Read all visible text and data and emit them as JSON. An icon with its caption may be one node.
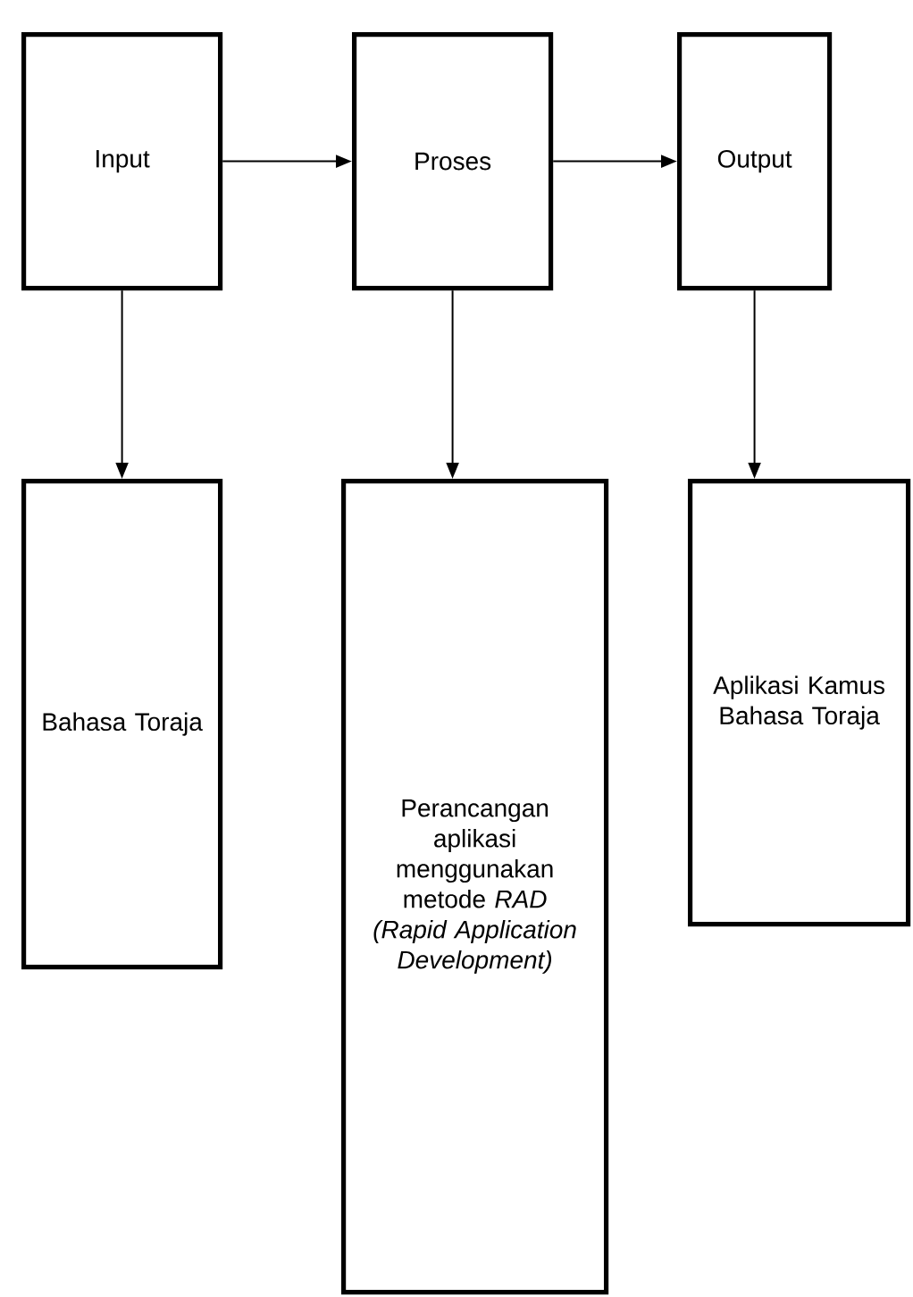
{
  "diagram": {
    "nodes": [
      {
        "text": [
          "Input"
        ]
      },
      {
        "text": [
          "Proses"
        ]
      },
      {
        "text": [
          "Output"
        ]
      },
      {
        "text": [
          "Bahasa Toraja"
        ]
      },
      {
        "text": [
          "Perancangan aplikasi menggunakan metode *RAD (Rapid Application Development)*"
        ]
      },
      {
        "text": [
          "Aplikasi Kamus Bahasa Toraja"
        ]
      }
    ],
    "edges": [
      {
        "from": 0,
        "to": 1,
        "arrow": "to"
      },
      {
        "from": 1,
        "to": 2,
        "arrow": "to"
      },
      {
        "from": 0,
        "to": 3,
        "arrow": "to"
      },
      {
        "from": 1,
        "to": 4,
        "arrow": "to"
      },
      {
        "from": 2,
        "to": 5,
        "arrow": "to"
      }
    ]
  }
}
